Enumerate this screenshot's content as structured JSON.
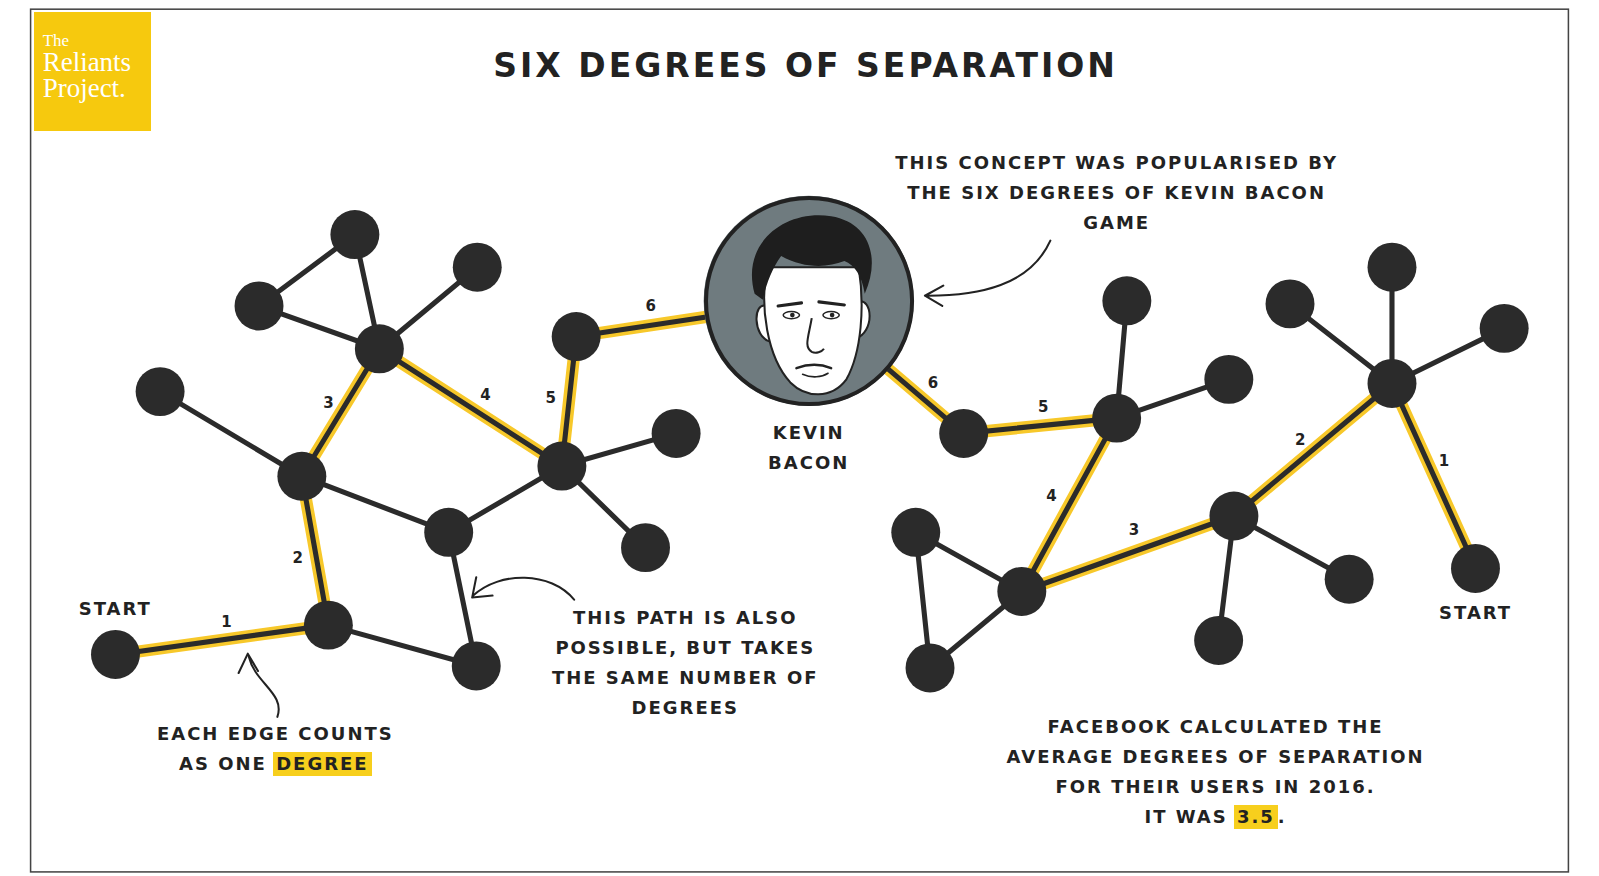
{
  "diagram": {
    "title": "SIX DEGREES OF SEPARATION",
    "nodes": [
      {
        "text": [
          "The",
          "Reliants Project."
        ]
      },
      {
        "text": [
          "KEVIN BACON"
        ]
      },
      {
        "text": [
          "START"
        ]
      },
      {
        "text": [
          "START"
        ]
      }
    ],
    "labels": [
      "THIS CONCEPT WAS POPULARISED BY THE SIX DEGREES OF KEVIN BACON GAME",
      "1",
      "2",
      "3",
      "4",
      "5",
      "6",
      "6",
      "5",
      "4",
      "3",
      "2",
      "1",
      "THIS PATH IS ALSO POSSIBLE, BUT TAKES THE SAME NUMBER OF DEGREES",
      "EACH EDGE COUNTS AS ONE",
      "DEGREE",
      "FACEBOOK CALCULATED THE AVERAGE DEGREES OF SEPARATION FOR THEIR USERS IN 2016.",
      "IT WAS",
      "3.5",
      "."
    ]
  }
}
